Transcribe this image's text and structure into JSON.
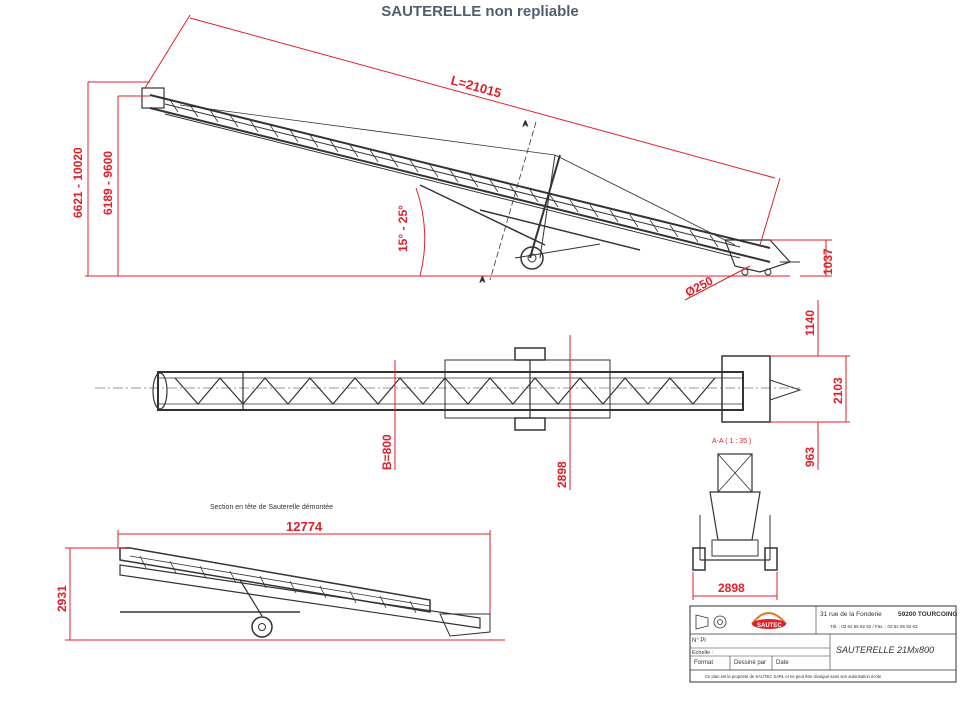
{
  "title": "SAUTERELLE non repliable",
  "side": {
    "length": "L=21015",
    "height_max": "6621 - 10020",
    "height_min": "6189 - 9600",
    "angle": "15° - 25°",
    "diameter": "Ø250",
    "tail_h": "1037",
    "sect_a": "A"
  },
  "top": {
    "d1140": "1140",
    "d2103": "2103",
    "d963": "963",
    "belt": "B=800",
    "d2898": "2898"
  },
  "section": {
    "caption": "Section en tête de Sauterelle démontée",
    "length": "12774",
    "height": "2931"
  },
  "front": {
    "label": "A-A ( 1 : 35 )",
    "width": "2898"
  },
  "titleblock": {
    "address_a": "31 rue de la Fonderie",
    "address_b": "59200 TOURCOING",
    "phone": "Tél. : 03 62 65 82 62 / Fax. : 03 62 65 82 63",
    "logo": "SAUTEC",
    "np": "N° Pl",
    "echelle": "Echelle :",
    "format": "Format",
    "dessine": "Dessiné par",
    "date": "Date",
    "name": "SAUTERELLE 21Mx800",
    "note": "Ce plan est la propriété de SAUTEC SARL et ne peut être divulgué sans son autorisation écrite"
  },
  "colors": {
    "dimension": "#e0202a",
    "line": "#333333",
    "title": "#4f5f70"
  }
}
